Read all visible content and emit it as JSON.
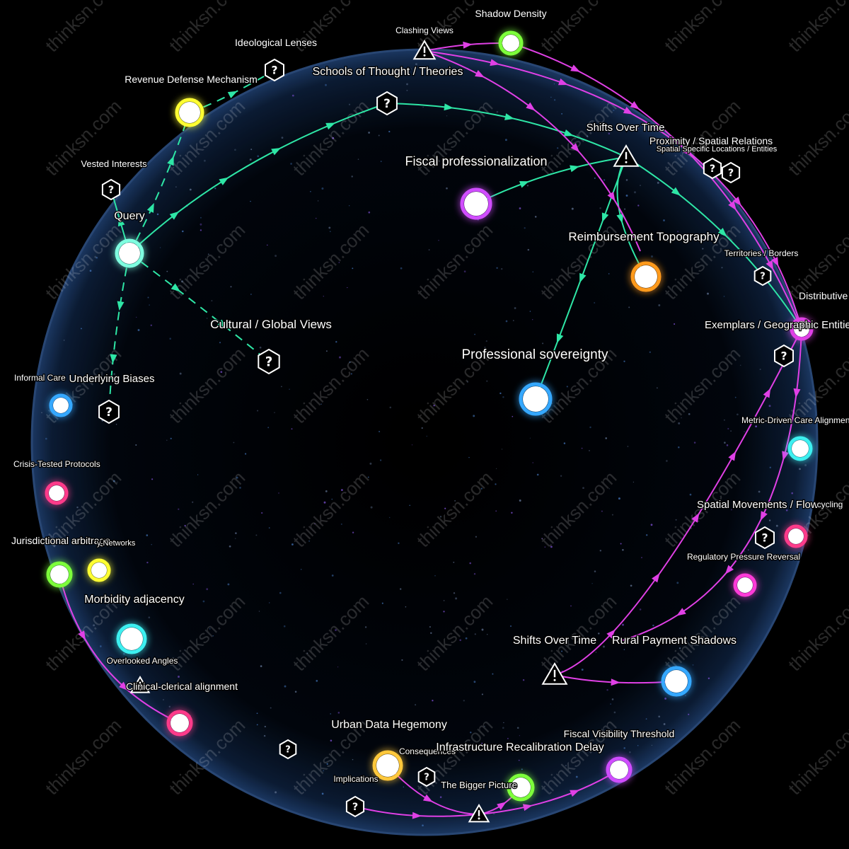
{
  "brand": {
    "watermark": "thinksn.com"
  },
  "colors": {
    "background": "#000000",
    "sphere_edge": "#2b4a7a",
    "edge_green": "#2ee6a6",
    "edge_magenta": "#e040e6"
  },
  "nodes": [
    {
      "id": "query",
      "label": "Query",
      "kind": "circle",
      "color": "#7fffe0"
    },
    {
      "id": "vested",
      "label": "Vested Interests",
      "kind": "hex"
    },
    {
      "id": "revenue_defense",
      "label": "Revenue Defense Mechanism",
      "kind": "circle",
      "color": "#ffff33"
    },
    {
      "id": "ideological",
      "label": "Ideological Lenses",
      "kind": "hex"
    },
    {
      "id": "schools",
      "label": "Schools of Thought / Theories",
      "kind": "hex"
    },
    {
      "id": "clashing",
      "label": "Clashing Views",
      "kind": "warn"
    },
    {
      "id": "shadow_density",
      "label": "Shadow Density",
      "kind": "circle",
      "color": "#7dff3a"
    },
    {
      "id": "shifts_top",
      "label": "Shifts Over Time",
      "kind": "warn"
    },
    {
      "id": "fiscal_prof",
      "label": "Fiscal professionalization",
      "kind": "circle",
      "color": "#d04dff"
    },
    {
      "id": "proximity",
      "label": "Proximity / Spatial Relations",
      "kind": "hex"
    },
    {
      "id": "spatial_specific",
      "label": "Spatial Specific Locations / Entities",
      "kind": "hex"
    },
    {
      "id": "reimbursement",
      "label": "Reimbursement Topography",
      "kind": "circle",
      "color": "#ff9a1f"
    },
    {
      "id": "territories",
      "label": "Territories / Borders",
      "kind": "hex"
    },
    {
      "id": "distributive",
      "label": "Distributive legitimacy",
      "kind": "circle",
      "color": "#e040e6"
    },
    {
      "id": "exemplars",
      "label": "Exemplars / Geographic Entities",
      "kind": "hex"
    },
    {
      "id": "cultural",
      "label": "Cultural / Global Views",
      "kind": "hex"
    },
    {
      "id": "prof_sovereignty",
      "label": "Professional sovereignty",
      "kind": "circle",
      "color": "#36a8ff"
    },
    {
      "id": "informal_care",
      "label": "Informal Care",
      "kind": "circle",
      "color": "#36a8ff"
    },
    {
      "id": "underlying_biases",
      "label": "Underlying Biases",
      "kind": "hex"
    },
    {
      "id": "metric_driven",
      "label": "Metric-Driven Care Alignment",
      "kind": "circle",
      "color": "#3ef0f0"
    },
    {
      "id": "crisis_tested",
      "label": "Crisis-Tested Protocols",
      "kind": "circle",
      "color": "#ff3a8a"
    },
    {
      "id": "spatial_movements",
      "label": "Spatial Movements / Flows",
      "kind": "hex"
    },
    {
      "id": "cycling",
      "label": "cycling",
      "kind": "circle",
      "color": "#ff3a8a"
    },
    {
      "id": "jurisdictional",
      "label": "Jurisdictional arbitrage",
      "kind": "circle",
      "color": "#7dff3a"
    },
    {
      "id": "networks",
      "label": "y Networks",
      "kind": "circle",
      "color": "#ffff33"
    },
    {
      "id": "regulatory",
      "label": "Regulatory Pressure Reversal",
      "kind": "circle",
      "color": "#ff3ad8"
    },
    {
      "id": "morbidity",
      "label": "Morbidity adjacency",
      "kind": "circle",
      "color": "#3ef0f0"
    },
    {
      "id": "overlooked",
      "label": "Overlooked Angles",
      "kind": "warn"
    },
    {
      "id": "shifts_bottom",
      "label": "Shifts Over Time",
      "kind": "warn"
    },
    {
      "id": "rural_payment",
      "label": "Rural Payment Shadows",
      "kind": "circle",
      "color": "#36a8ff"
    },
    {
      "id": "clinical_clerical",
      "label": "Clinical-clerical alignment",
      "kind": "circle",
      "color": "#ff3a8a"
    },
    {
      "id": "urban_data",
      "label": "Urban Data Hegemony",
      "kind": "circle",
      "color": "#ffc83a"
    },
    {
      "id": "consequences",
      "label": "Consequences",
      "kind": "hex"
    },
    {
      "id": "infra_recal",
      "label": "Infrastructure Recalibration Delay",
      "kind": "circle",
      "color": "#7dff3a"
    },
    {
      "id": "fiscal_visibility",
      "label": "Fiscal Visibility Threshold",
      "kind": "circle",
      "color": "#d04dff"
    },
    {
      "id": "implications",
      "label": "Implications",
      "kind": "hex"
    },
    {
      "id": "bigger_picture",
      "label": "The Bigger Picture",
      "kind": "warn"
    },
    {
      "id": "unlabeled_hex",
      "label": "",
      "kind": "hex"
    }
  ]
}
